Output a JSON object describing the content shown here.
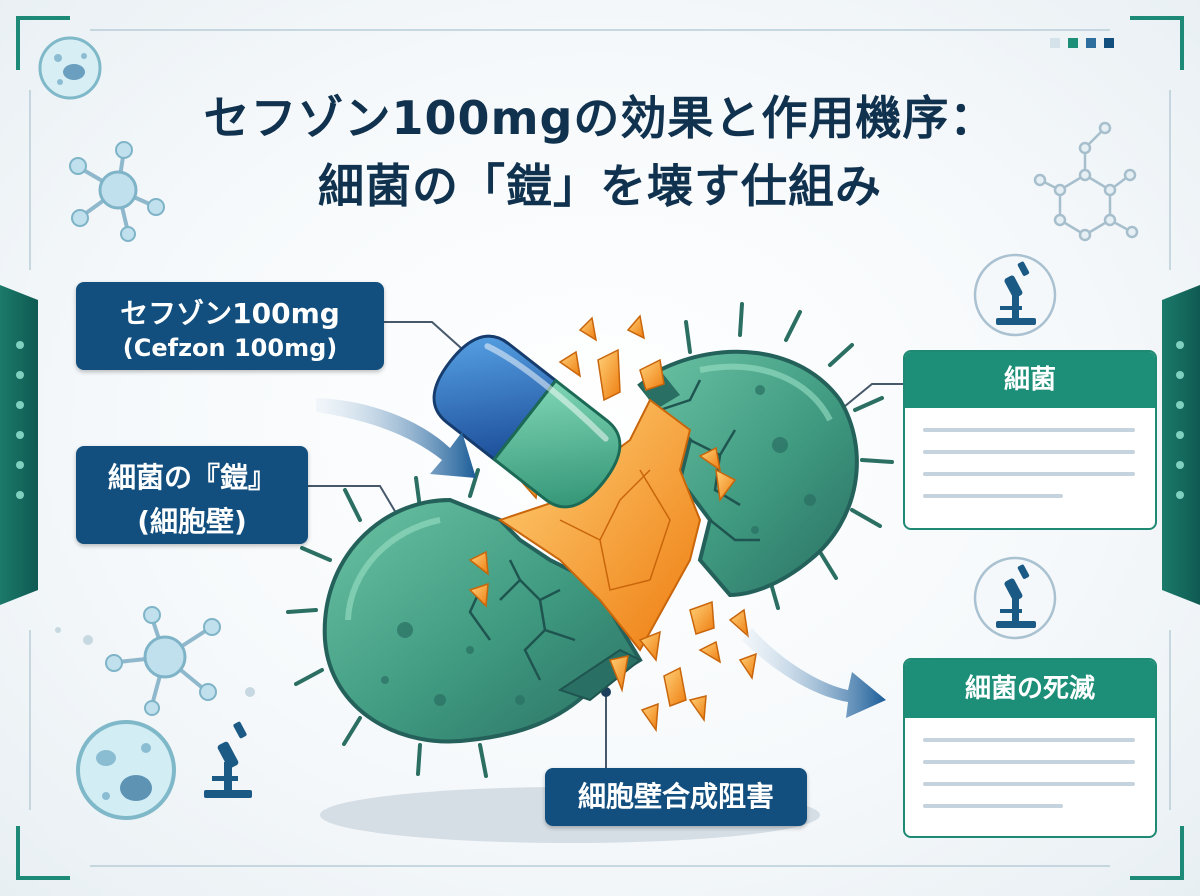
{
  "title": {
    "line1": "セフゾン100mgの効果と作用機序：",
    "line2": "細菌の「鎧」を壊す仕組み"
  },
  "labels": {
    "drug_name": "セフゾン100mg",
    "drug_name_en": "(Cefzon 100mg)",
    "armor_line1": "細菌の『鎧』",
    "armor_line2": "(細胞壁)",
    "mechanism": "細胞壁合成阻害"
  },
  "cards": {
    "bacteria": "細菌",
    "bacteria_death": "細菌の死滅"
  },
  "icons": [
    "microscope-icon",
    "molecule-icon",
    "cell-icon",
    "capsule-icon",
    "arrow-icon"
  ],
  "colors": {
    "label_blue": "#124f7e",
    "card_green": "#1d8f78",
    "bacteria_green": "#3f9a80",
    "shard_orange": "#f08a1c",
    "title_navy": "#10324e"
  }
}
